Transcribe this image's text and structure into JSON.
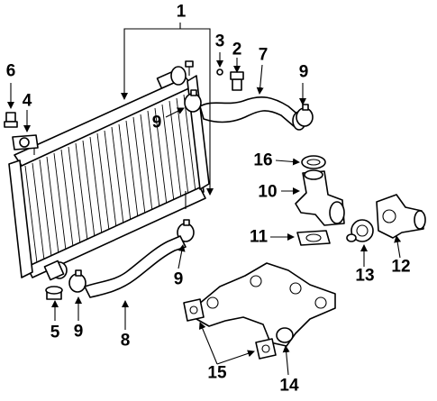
{
  "callouts": [
    {
      "id": "1",
      "label": "1"
    },
    {
      "id": "2",
      "label": "2"
    },
    {
      "id": "3",
      "label": "3"
    },
    {
      "id": "4",
      "label": "4"
    },
    {
      "id": "5",
      "label": "5"
    },
    {
      "id": "6",
      "label": "6"
    },
    {
      "id": "7",
      "label": "7"
    },
    {
      "id": "8",
      "label": "8"
    },
    {
      "id": "9a",
      "label": "9"
    },
    {
      "id": "9b",
      "label": "9"
    },
    {
      "id": "9c",
      "label": "9"
    },
    {
      "id": "9d",
      "label": "9"
    },
    {
      "id": "10",
      "label": "10"
    },
    {
      "id": "11",
      "label": "11"
    },
    {
      "id": "12",
      "label": "12"
    },
    {
      "id": "13",
      "label": "13"
    },
    {
      "id": "14",
      "label": "14"
    },
    {
      "id": "15",
      "label": "15"
    },
    {
      "id": "16",
      "label": "16"
    }
  ]
}
